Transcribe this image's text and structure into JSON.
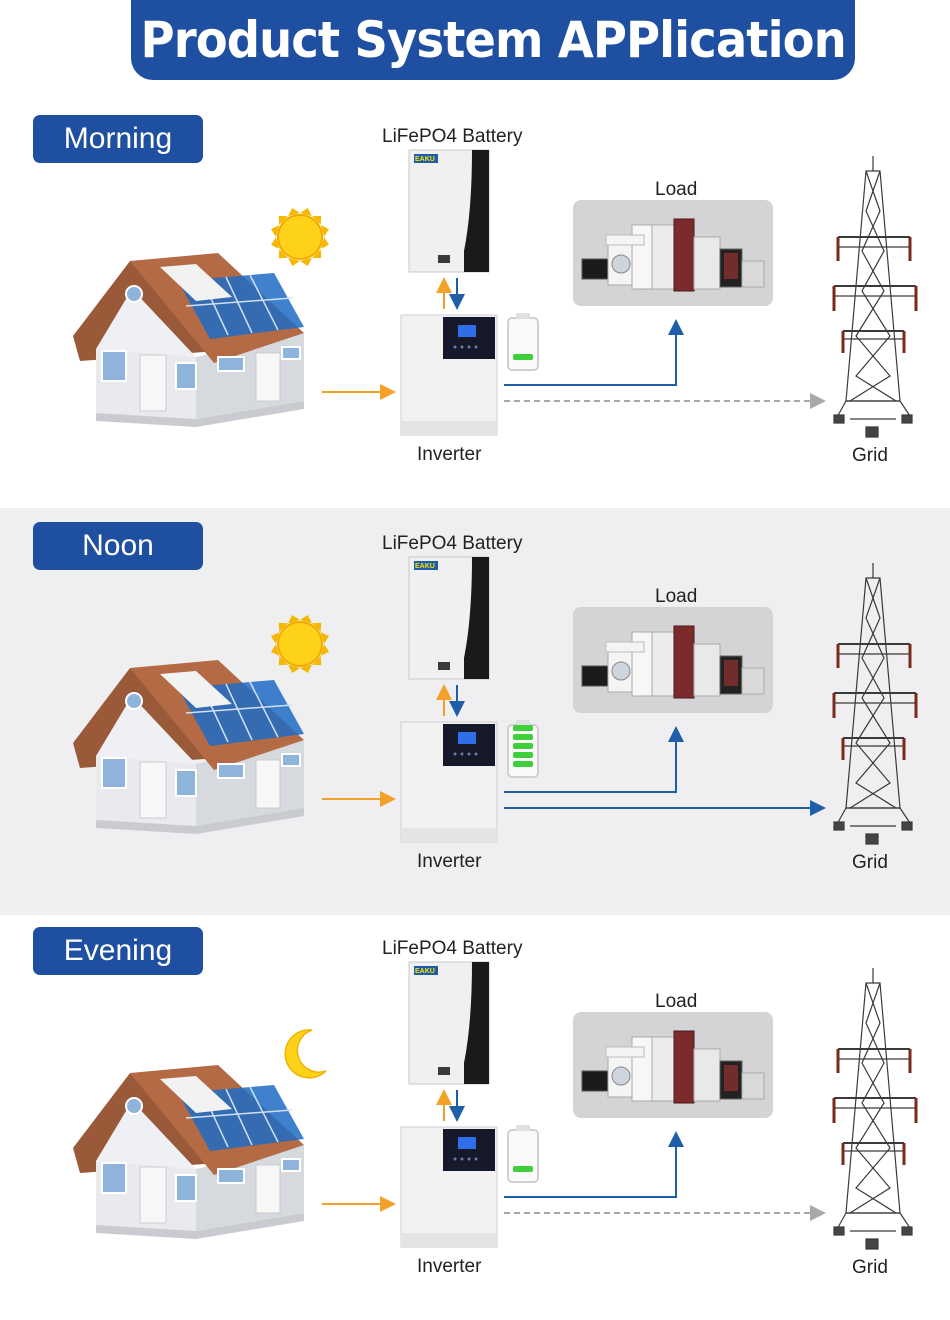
{
  "title": "Product System APPlication",
  "labels": {
    "battery": "LiFePO4 Battery",
    "inverter": "Inverter",
    "load": "Load",
    "grid": "Grid"
  },
  "battery_logo": "EAKU",
  "sections": [
    {
      "name": "Morning",
      "sky": "sun-icon",
      "battery_bars": 1,
      "grid_flow": "dashed",
      "shaded": false
    },
    {
      "name": "Noon",
      "sky": "sun-icon",
      "battery_bars": 5,
      "grid_flow": "solid",
      "shaded": true
    },
    {
      "name": "Evening",
      "sky": "moon-icon",
      "battery_bars": 1,
      "grid_flow": "dashed",
      "shaded": false
    }
  ],
  "colors": {
    "brand_blue": "#1f4fa0",
    "flow_blue": "#1f5ea8",
    "solar_orange": "#f4a12a",
    "battery_green": "#3fcf3a",
    "grid_dashed": "#a8a8a8"
  }
}
